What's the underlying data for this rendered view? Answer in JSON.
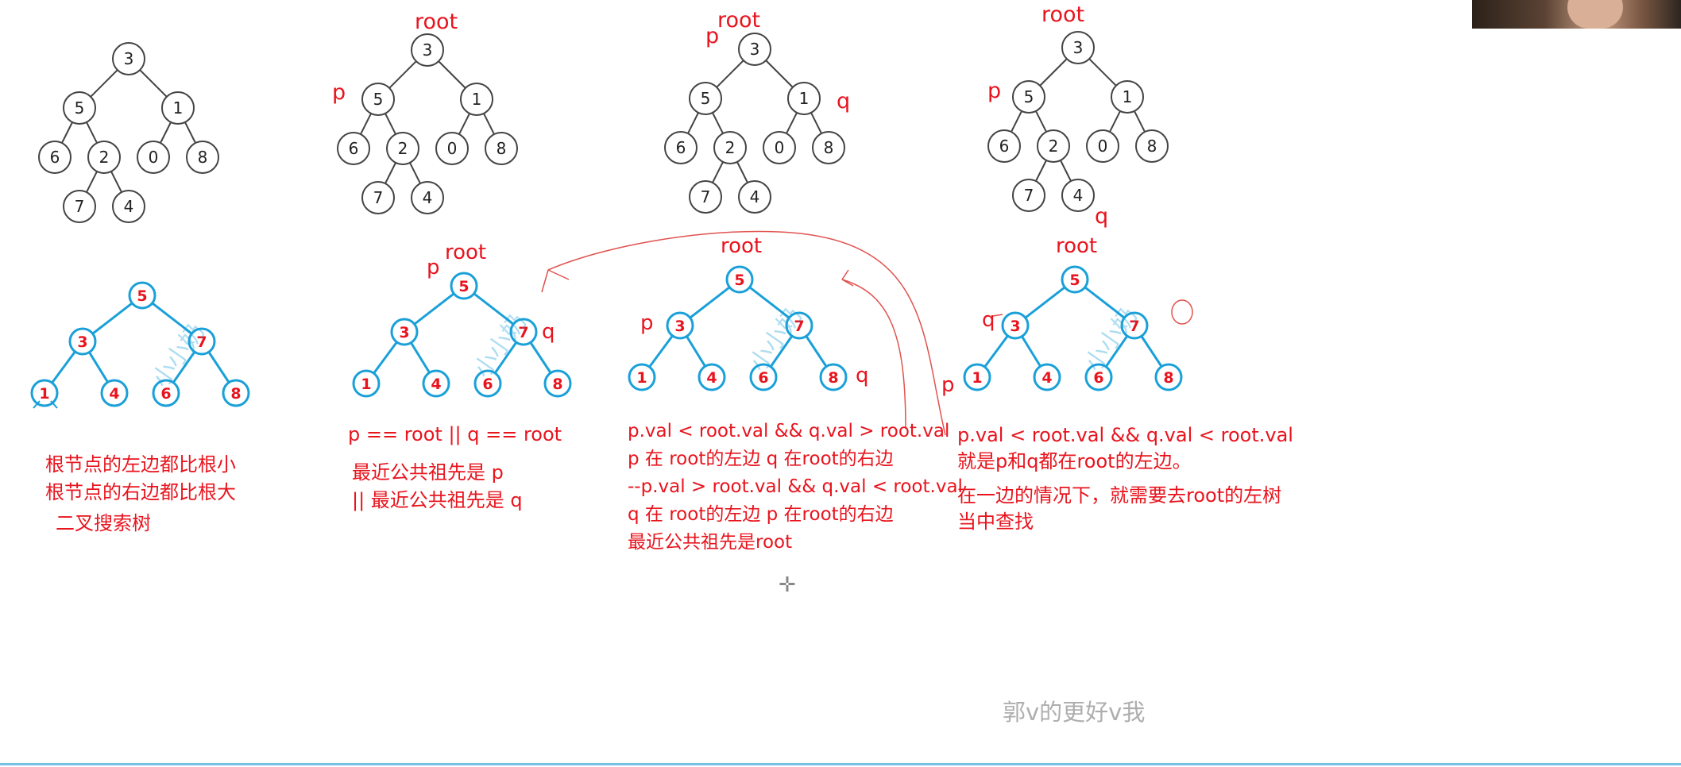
{
  "colors": {
    "tree_gray": "#444444",
    "tree_blue": "#1aa0d8",
    "annotation_red": "#e8141e",
    "arrow_red": "#e0524e"
  },
  "labels": {
    "root": "root",
    "p": "p",
    "q": "q"
  },
  "gray_trees": [
    {
      "values": [
        "3",
        "5",
        "1",
        "6",
        "2",
        "0",
        "8",
        "7",
        "4"
      ],
      "edges": [
        [
          0,
          1
        ],
        [
          0,
          2
        ],
        [
          1,
          3
        ],
        [
          1,
          4
        ],
        [
          2,
          5
        ],
        [
          2,
          6
        ],
        [
          4,
          7
        ],
        [
          4,
          8
        ]
      ]
    }
  ],
  "blue_tree": {
    "values": [
      "5",
      "3",
      "7",
      "1",
      "4",
      "6",
      "8"
    ],
    "edges": [
      [
        0,
        1
      ],
      [
        0,
        2
      ],
      [
        1,
        3
      ],
      [
        1,
        4
      ],
      [
        2,
        5
      ],
      [
        2,
        6
      ]
    ]
  },
  "watermark_text": "小小奶",
  "notes": {
    "col1": [
      "根节点的左边都比根小",
      "根节点的右边都比根大",
      "二叉搜索树"
    ],
    "col2": [
      "p == root || q == root",
      "最近公共祖先是 p",
      "||   最近公共祖先是 q"
    ],
    "col3": [
      "p.val < root.val  &&  q.val > root.val",
      "p 在 root的左边 q 在root的右边",
      "--p.val > root.val  &&  q.val < root.val",
      "q 在 root的左边  p 在root的右边",
      "最近公共祖先是root"
    ],
    "col4": [
      "p.val < root.val && q.val < root.val",
      "就是p和q都在root的左边。",
      "在一边的情况下，就需要去root的左树",
      "当中查找"
    ]
  },
  "caption": "郭v的更好v我",
  "cursor": "✛"
}
